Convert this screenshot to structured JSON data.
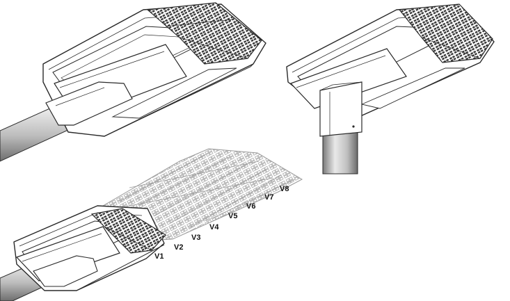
{
  "module_labels": [
    "V1",
    "V2",
    "V3",
    "V4",
    "V5",
    "V6",
    "V7",
    "V8"
  ],
  "colors": {
    "line": "#2a2a2a",
    "housing_fill": "#ffffff",
    "pole_light": "#f2f2f2",
    "pole_dark": "#8a8a8a",
    "ghost_line": "#9a9a9a",
    "led_dark": "#3a3a3a"
  }
}
